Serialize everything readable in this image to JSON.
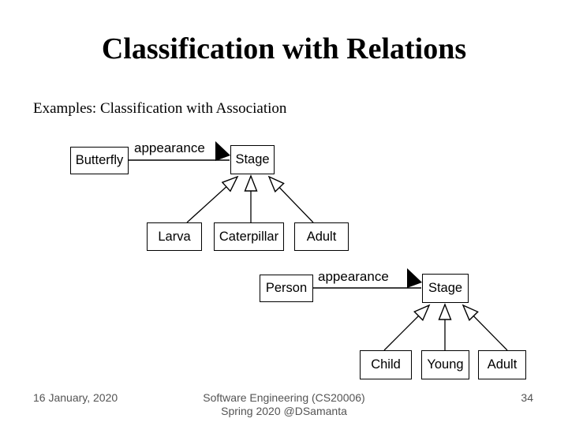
{
  "slide": {
    "title": "Classification with Relations",
    "subtitle": "Examples: Classification with Association"
  },
  "diagram1": {
    "source_box": "Butterfly",
    "association_label": "appearance",
    "target_box": "Stage",
    "subclasses": [
      "Larva",
      "Caterpillar",
      "Adult"
    ]
  },
  "diagram2": {
    "source_box": "Person",
    "association_label": "appearance",
    "target_box": "Stage",
    "subclasses": [
      "Child",
      "Young",
      "Adult"
    ]
  },
  "footer": {
    "date": "16 January, 2020",
    "course_line1": "Software Engineering (CS20006)",
    "course_line2": "Spring 2020 @DSamanta",
    "page_number": "34"
  },
  "icons": {
    "association_arrow": "filled-right-triangle",
    "generalization_arrow": "open-triangle-outline"
  },
  "colors": {
    "background": "#ffffff",
    "text": "#000000",
    "box_border": "#000000",
    "footer_text": "#545454",
    "association_arrow_fill": "#000000",
    "generalization_arrow_fill": "#ffffff"
  }
}
